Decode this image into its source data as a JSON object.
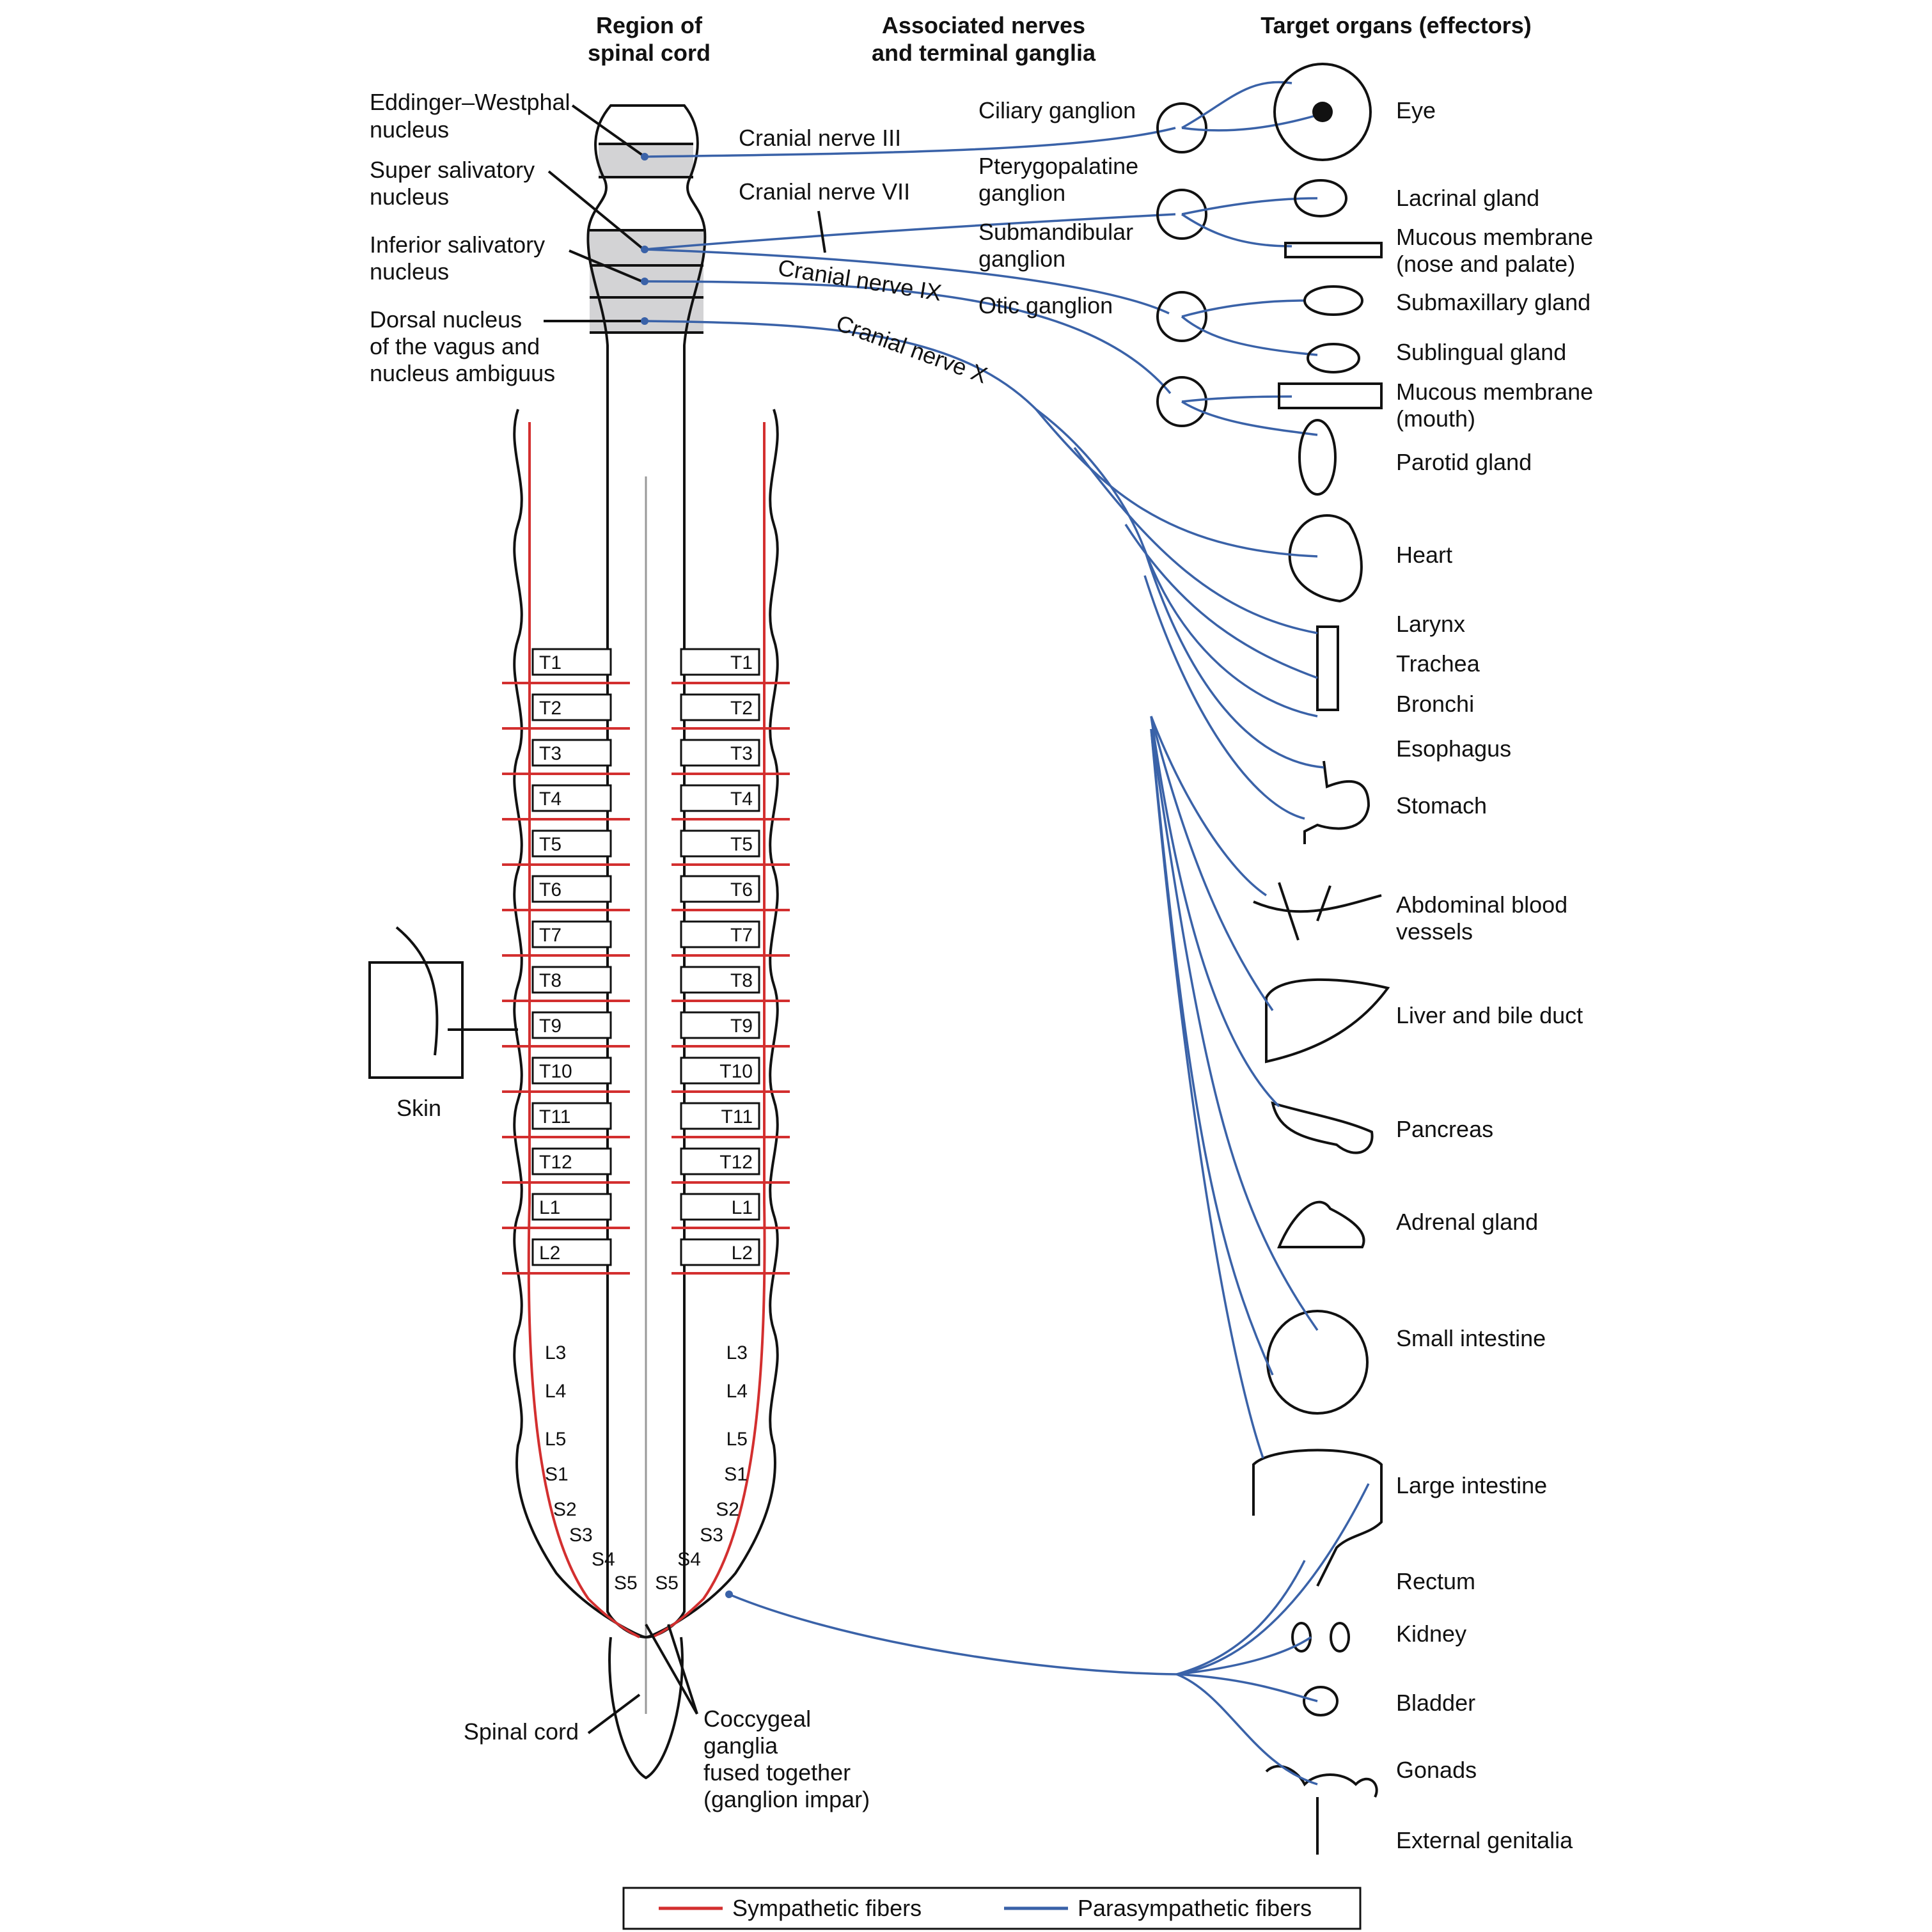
{
  "headers": {
    "region": [
      "Region of",
      "spinal cord"
    ],
    "nerves": [
      "Associated nerves",
      "and terminal ganglia"
    ],
    "targets": "Target organs (effectors)"
  },
  "nuclei": [
    [
      "Eddinger–Westphal",
      "nucleus"
    ],
    [
      "Super salivatory",
      "nucleus"
    ],
    [
      "Inferior salivatory",
      "nucleus"
    ],
    [
      "Dorsal nucleus",
      "of the vagus and",
      "nucleus ambiguus"
    ]
  ],
  "cranial_nerves": [
    "Cranial nerve III",
    "Cranial nerve VII",
    "Cranial nerve IX",
    "Cranial nerve X"
  ],
  "ganglia": [
    [
      "Ciliary ganglion"
    ],
    [
      "Pterygopalatine",
      "ganglion"
    ],
    [
      "Submandibular",
      "ganglion"
    ],
    [
      "Otic ganglion"
    ]
  ],
  "organs": [
    [
      "Eye"
    ],
    [
      "Lacrinal gland"
    ],
    [
      "Mucous membrane",
      "(nose and palate)"
    ],
    [
      "Submaxillary gland"
    ],
    [
      "Sublingual gland"
    ],
    [
      "Mucous membrane",
      "(mouth)"
    ],
    [
      "Parotid gland"
    ],
    [
      "Heart"
    ],
    [
      "Larynx"
    ],
    [
      "Trachea"
    ],
    [
      "Bronchi"
    ],
    [
      "Esophagus"
    ],
    [
      "Stomach"
    ],
    [
      "Abdominal blood",
      "vessels"
    ],
    [
      "Liver and bile duct"
    ],
    [
      "Pancreas"
    ],
    [
      "Adrenal gland"
    ],
    [
      "Small intestine"
    ],
    [
      "Large intestine"
    ],
    [
      "Rectum"
    ],
    [
      "Kidney"
    ],
    [
      "Bladder"
    ],
    [
      "Gonads"
    ],
    [
      "External genitalia"
    ]
  ],
  "segments": [
    "T1",
    "T2",
    "T3",
    "T4",
    "T5",
    "T6",
    "T7",
    "T8",
    "T9",
    "T10",
    "T11",
    "T12",
    "L1",
    "L2",
    "L3",
    "L4",
    "L5",
    "S1",
    "S2",
    "S3",
    "S4",
    "S5"
  ],
  "skin": "Skin",
  "spinal_cord": "Spinal cord",
  "coccygeal": [
    "Coccygeal",
    "ganglia",
    "fused together",
    "(ganglion impar)"
  ],
  "legend": [
    {
      "label": "Sympathetic fibers",
      "color": "#d32f2f"
    },
    {
      "label": "Parasympathetic fibers",
      "color": "#3a62a8"
    }
  ],
  "colors": {
    "sympathetic": "#d32f2f",
    "parasympathetic": "#3a62a8",
    "nucleus_fill": "#d3d3d5"
  }
}
